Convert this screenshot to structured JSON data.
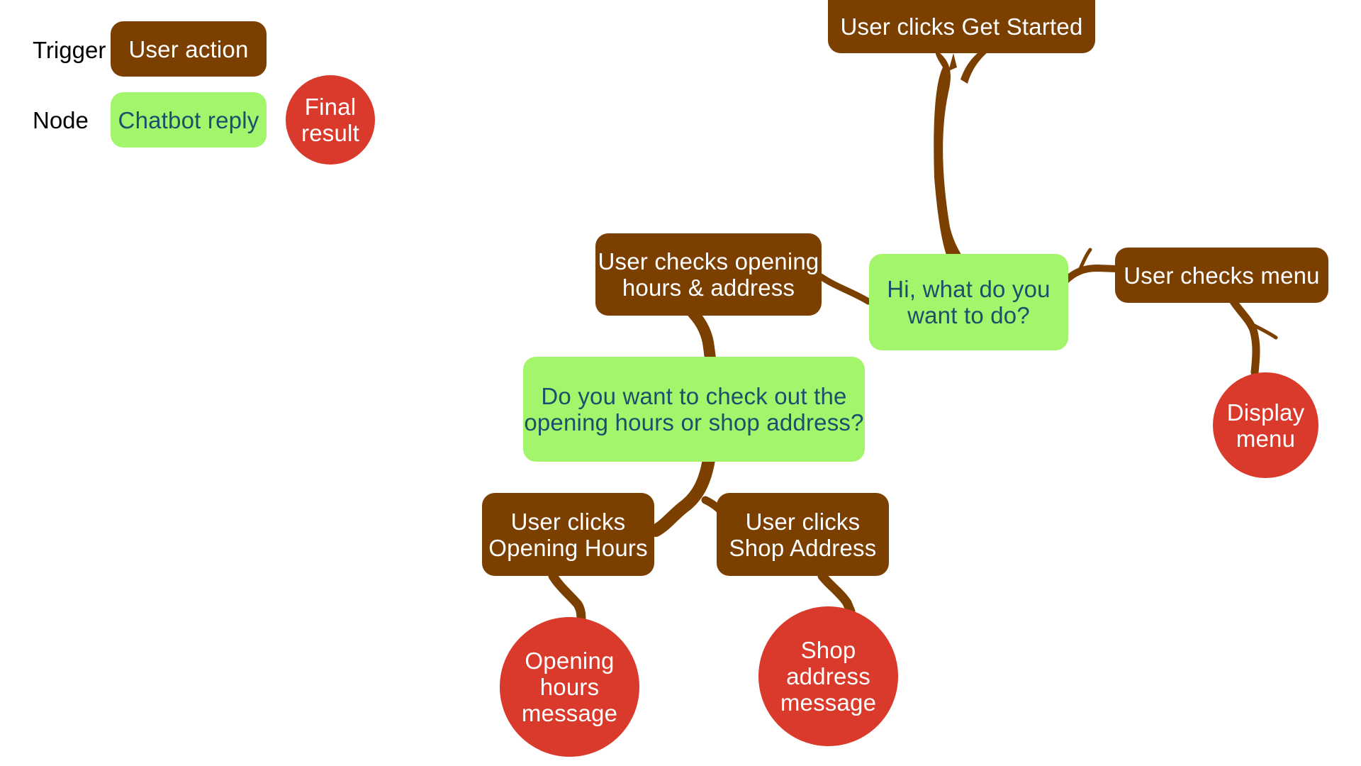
{
  "legend": {
    "trigger_label": "Trigger",
    "node_label": "Node",
    "user_action": "User action",
    "chatbot_reply": "Chatbot reply",
    "final_result": "Final\nresult"
  },
  "nodes": {
    "get_started": "User clicks Get Started",
    "greeting": "Hi, what do you\nwant to do?",
    "checks_hours_address": "User checks opening\nhours & address",
    "checks_menu": "User checks menu",
    "display_menu": "Display\nmenu",
    "hours_or_address": "Do you want to check out the\nopening hours or shop address?",
    "clicks_opening_hours": "User clicks\nOpening Hours",
    "clicks_shop_address": "User clicks\nShop Address",
    "opening_hours_message": "Opening\nhours\nmessage",
    "shop_address_message": "Shop\naddress\nmessage"
  },
  "colors": {
    "trigger": "#7b3f00",
    "reply": "#a3f56b",
    "reply_text": "#1d4e6b",
    "result": "#d93a2b",
    "branch": "#7b3f00"
  }
}
